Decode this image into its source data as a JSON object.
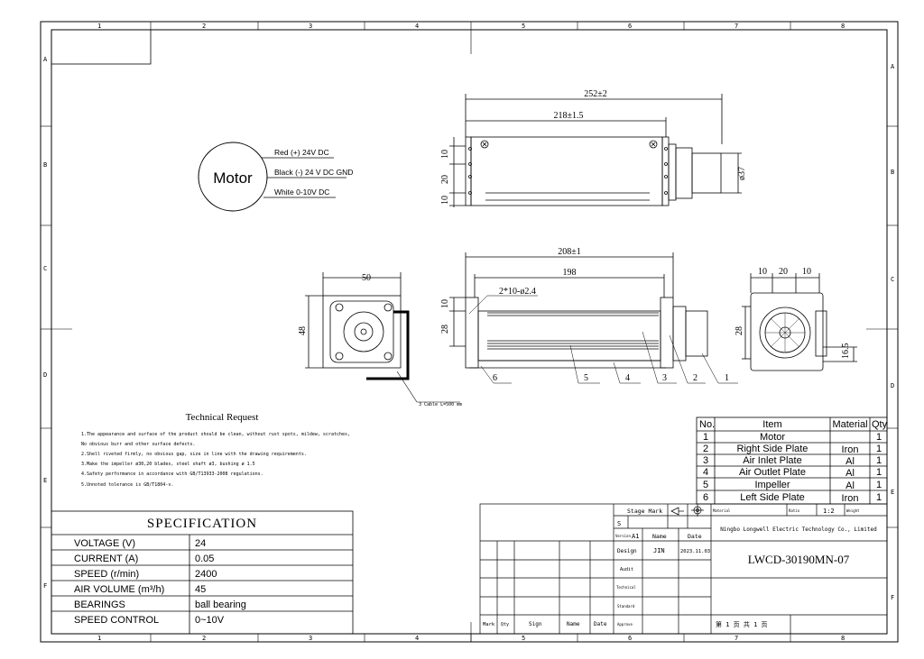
{
  "grid": {
    "cols": [
      "1",
      "2",
      "3",
      "4",
      "5",
      "6",
      "7",
      "8"
    ],
    "rows": [
      "A",
      "B",
      "C",
      "D",
      "E",
      "F"
    ]
  },
  "motor": {
    "label": "Motor",
    "wires": [
      "Red (+) 24V DC",
      "Black (-) 24 V DC GND",
      "White 0-10V DC"
    ]
  },
  "dimensions": {
    "total_length": "252±2",
    "body_length": "218±1.5",
    "dia": "ø37",
    "left_10a": "10",
    "left_20": "20",
    "left_10b": "10",
    "front_width": "50",
    "front_height": "48",
    "cable": "3 Cable L=500 mm",
    "mid_length": "208±1",
    "mid_inner": "198",
    "holes": "2*10-ø2.4",
    "mid_10": "10",
    "mid_28": "28",
    "right_10a": "10",
    "right_20": "20",
    "right_10b": "10",
    "right_28": "28",
    "right_165": "16.5"
  },
  "part_numbers": [
    "6",
    "5",
    "4",
    "3",
    "2",
    "1"
  ],
  "technical": {
    "title": "Technical Request",
    "lines": [
      "1.The appearance and surface of the product should be clean, without rust spots, mildew, scratches,",
      "  No obvious burr and other surface defects.",
      "2.Shell riveted firmly, no obvious gap, size in line with the drawing requirements.",
      "3.Make the impeller ø30,20 blades, steel shaft ø3, bushing ø 1.5",
      "4.Safety performance in accordance with GB/T13933-2008 regulations.",
      "5.Unnoted tolerance is GB/T1804-v."
    ]
  },
  "spec": {
    "title": "SPECIFICATION",
    "rows": [
      {
        "k": "VOLTAGE  (V)",
        "v": "24"
      },
      {
        "k": "CURRENT   (A)",
        "v": "0.05"
      },
      {
        "k": "SPEED   (r/min)",
        "v": "2400"
      },
      {
        "k": "AIR  VOLUME   (m³/h)",
        "v": "45"
      },
      {
        "k": "BEARINGS",
        "v": "ball bearing"
      },
      {
        "k": "SPEED CONTROL",
        "v": "0~10V"
      }
    ]
  },
  "bom": {
    "headers": [
      "No.",
      "Item",
      "Material",
      "Qty"
    ],
    "rows": [
      [
        "1",
        "Motor",
        "",
        "1"
      ],
      [
        "2",
        "Right Side Plate",
        "Iron",
        "1"
      ],
      [
        "3",
        "Air Inlet Plate",
        "Al",
        "1"
      ],
      [
        "4",
        "Air Outlet Plate",
        "Al",
        "1"
      ],
      [
        "5",
        "Impeller",
        "Al",
        "1"
      ],
      [
        "6",
        "Left Side Plate",
        "Iron",
        "1"
      ]
    ]
  },
  "title_block": {
    "stage_mark": "Stage Mark",
    "s": "S",
    "version": "Version",
    "version_val": "A1",
    "name": "Name",
    "date": "Date",
    "design": "Design",
    "designer": "JIN",
    "design_date": "2023.11.03",
    "audit": "Audit",
    "technical": "Technical",
    "standard": "Standard",
    "approve": "Approve",
    "mark": "Mark",
    "qty": "Qty",
    "sign": "Sign",
    "name2": "Name",
    "date2": "Date",
    "material": "Material",
    "ratio": "Ratio",
    "ratio_val": "1:2",
    "weight": "Weight",
    "company": "Ningbo Longwell Electric Technology  Co., Limited",
    "drawing_no": "LWCD-30190MN-07",
    "page": "第 1 页   共 1 页"
  }
}
